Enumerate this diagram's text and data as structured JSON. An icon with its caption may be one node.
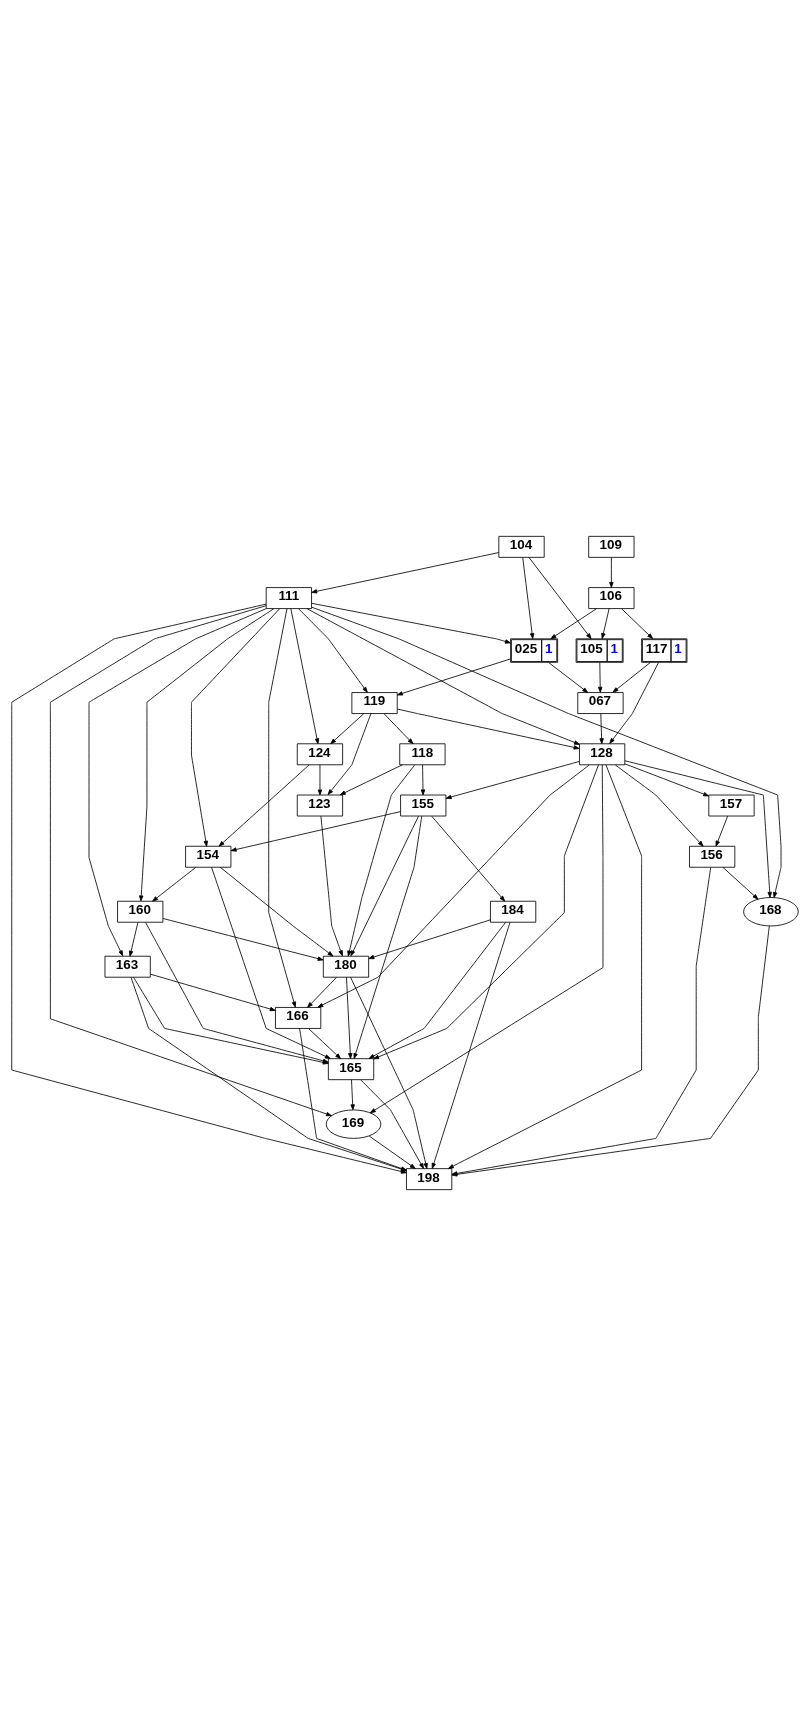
{
  "diagram": {
    "nodes": [
      {
        "text": [
          "104"
        ]
      },
      {
        "text": [
          "109"
        ]
      },
      {
        "text": [
          "111"
        ]
      },
      {
        "text": [
          "106"
        ]
      },
      {
        "text": [
          "025",
          "1"
        ]
      },
      {
        "text": [
          "117",
          "1"
        ]
      },
      {
        "text": [
          "105",
          "1"
        ]
      },
      {
        "text": [
          "119"
        ]
      },
      {
        "text": [
          "067"
        ]
      },
      {
        "text": [
          "124"
        ]
      },
      {
        "text": [
          "128"
        ]
      },
      {
        "text": [
          "118"
        ]
      },
      {
        "text": [
          "157"
        ]
      },
      {
        "text": [
          "155"
        ]
      },
      {
        "text": [
          "123"
        ]
      },
      {
        "text": [
          "156"
        ]
      },
      {
        "text": [
          "154"
        ]
      },
      {
        "text": [
          "184"
        ]
      },
      {
        "text": [
          "160"
        ]
      },
      {
        "text": [
          "168"
        ]
      },
      {
        "text": [
          "163"
        ]
      },
      {
        "text": [
          "180"
        ]
      },
      {
        "text": [
          "166"
        ]
      },
      {
        "text": [
          "165"
        ]
      },
      {
        "text": [
          "169"
        ]
      },
      {
        "text": [
          "198"
        ]
      }
    ],
    "edges": [
      {
        "from": 0,
        "to": 2,
        "arrow": "to"
      },
      {
        "from": 0,
        "to": 4,
        "arrow": "to"
      },
      {
        "from": 0,
        "to": 6,
        "arrow": "to"
      },
      {
        "from": 1,
        "to": 3,
        "arrow": "to"
      },
      {
        "from": 3,
        "to": 4,
        "arrow": "to"
      },
      {
        "from": 3,
        "to": 5,
        "arrow": "to"
      },
      {
        "from": 3,
        "to": 6,
        "arrow": "to"
      },
      {
        "from": 2,
        "to": 25,
        "arrow": "to"
      },
      {
        "from": 2,
        "to": 18,
        "arrow": "to"
      },
      {
        "from": 2,
        "to": 20,
        "arrow": "to"
      },
      {
        "from": 2,
        "to": 16,
        "arrow": "to"
      },
      {
        "from": 2,
        "to": 22,
        "arrow": "to"
      },
      {
        "from": 2,
        "to": 9,
        "arrow": "to"
      },
      {
        "from": 2,
        "to": 10,
        "arrow": "to"
      },
      {
        "from": 2,
        "to": 7,
        "arrow": "to"
      },
      {
        "from": 2,
        "to": 4,
        "arrow": "to"
      },
      {
        "from": 2,
        "to": 19,
        "arrow": "to"
      },
      {
        "from": 2,
        "to": 24,
        "arrow": "to"
      },
      {
        "from": 4,
        "to": 7,
        "arrow": "to"
      },
      {
        "from": 4,
        "to": 8,
        "arrow": "to"
      },
      {
        "from": 5,
        "to": 8,
        "arrow": "to"
      },
      {
        "from": 5,
        "to": 10,
        "arrow": "to"
      },
      {
        "from": 6,
        "to": 8,
        "arrow": "to"
      },
      {
        "from": 7,
        "to": 9,
        "arrow": "to"
      },
      {
        "from": 7,
        "to": 14,
        "arrow": "to"
      },
      {
        "from": 7,
        "to": 11,
        "arrow": "to"
      },
      {
        "from": 7,
        "to": 10,
        "arrow": "to"
      },
      {
        "from": 8,
        "to": 10,
        "arrow": "to"
      },
      {
        "from": 9,
        "to": 16,
        "arrow": "to"
      },
      {
        "from": 9,
        "to": 14,
        "arrow": "to"
      },
      {
        "from": 10,
        "to": 22,
        "arrow": "to"
      },
      {
        "from": 10,
        "to": 13,
        "arrow": "to"
      },
      {
        "from": 10,
        "to": 23,
        "arrow": "to"
      },
      {
        "from": 10,
        "to": 15,
        "arrow": "to"
      },
      {
        "from": 10,
        "to": 12,
        "arrow": "to"
      },
      {
        "from": 10,
        "to": 19,
        "arrow": "to"
      },
      {
        "from": 10,
        "to": 24,
        "arrow": "to"
      },
      {
        "from": 10,
        "to": 25,
        "arrow": "to"
      },
      {
        "from": 11,
        "to": 13,
        "arrow": "to"
      },
      {
        "from": 11,
        "to": 14,
        "arrow": "to"
      },
      {
        "from": 11,
        "to": 21,
        "arrow": "to"
      },
      {
        "from": 12,
        "to": 15,
        "arrow": "to"
      },
      {
        "from": 13,
        "to": 16,
        "arrow": "to"
      },
      {
        "from": 13,
        "to": 17,
        "arrow": "to"
      },
      {
        "from": 13,
        "to": 21,
        "arrow": "to"
      },
      {
        "from": 13,
        "to": 23,
        "arrow": "to"
      },
      {
        "from": 14,
        "to": 21,
        "arrow": "to"
      },
      {
        "from": 15,
        "to": 19,
        "arrow": "to"
      },
      {
        "from": 15,
        "to": 25,
        "arrow": "to"
      },
      {
        "from": 16,
        "to": 18,
        "arrow": "to"
      },
      {
        "from": 16,
        "to": 23,
        "arrow": "to"
      },
      {
        "from": 16,
        "to": 21,
        "arrow": "to"
      },
      {
        "from": 17,
        "to": 23,
        "arrow": "to"
      },
      {
        "from": 17,
        "to": 21,
        "arrow": "to"
      },
      {
        "from": 17,
        "to": 25,
        "arrow": "to"
      },
      {
        "from": 18,
        "to": 20,
        "arrow": "to"
      },
      {
        "from": 18,
        "to": 23,
        "arrow": "to"
      },
      {
        "from": 18,
        "to": 21,
        "arrow": "to"
      },
      {
        "from": 19,
        "to": 25,
        "arrow": "to"
      },
      {
        "from": 20,
        "to": 22,
        "arrow": "to"
      },
      {
        "from": 20,
        "to": 25,
        "arrow": "to"
      },
      {
        "from": 20,
        "to": 23,
        "arrow": "to"
      },
      {
        "from": 21,
        "to": 22,
        "arrow": "to"
      },
      {
        "from": 21,
        "to": 25,
        "arrow": "to"
      },
      {
        "from": 21,
        "to": 23,
        "arrow": "to"
      },
      {
        "from": 22,
        "to": 23,
        "arrow": "to"
      },
      {
        "from": 22,
        "to": 25,
        "arrow": "to"
      },
      {
        "from": 23,
        "to": 24,
        "arrow": "to"
      },
      {
        "from": 23,
        "to": 25,
        "arrow": "to"
      },
      {
        "from": 24,
        "to": 25,
        "arrow": "to"
      }
    ]
  }
}
